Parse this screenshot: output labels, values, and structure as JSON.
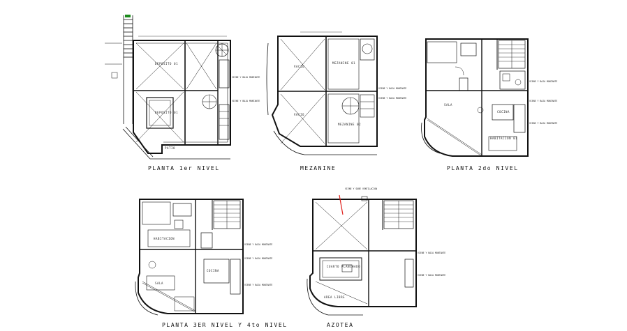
{
  "drawing": {
    "colors": {
      "ink": "#111111",
      "paper": "#ffffff",
      "accent": "#e0201c"
    },
    "plans": [
      {
        "id": "planta-1er-nivel",
        "title": "PLANTA 1er NIVEL",
        "rooms": [
          "DEPOSITO 01",
          "DEPOSITO 01",
          "PATIO"
        ],
        "notes": [
          "VIENE Y BAJA MONTANTE",
          "VIENE Y BAJA MONTANTE"
        ]
      },
      {
        "id": "mezanine",
        "title": "MEZANINE",
        "rooms": [
          "VACIO",
          "VACIO",
          "MEZANINE 01",
          "MEZANINE 02"
        ],
        "notes": [
          "VIENE Y BAJA MONTANTE",
          "VIENE Y BAJA MONTANTE"
        ]
      },
      {
        "id": "planta-2do-nivel",
        "title": "PLANTA 2do NIVEL",
        "rooms": [
          "COCINA",
          "SALA",
          "HABITACION 01"
        ],
        "notes": [
          "VIENE Y BAJA MONTANTE",
          "VIENE Y BAJA MONTANTE",
          "VIENE Y BAJA MONTANTE"
        ]
      },
      {
        "id": "planta-3er-y-4to-nivel",
        "title": "PLANTA 3ER NIVEL Y 4to NIVEL",
        "rooms": [
          "HABITACION",
          "COCINA",
          "SALA"
        ],
        "notes": [
          "VIENE Y BAJA MONTANTE",
          "VIENE Y BAJA MONTANTE",
          "VIENE Y BAJA MONTANTE"
        ]
      },
      {
        "id": "azotea",
        "title": "AZOTEA",
        "rooms": [
          "CUARTO PLANCHADO",
          "AREA LIBRE"
        ],
        "notes": [
          "VIENE Y SUBE VENTILACION",
          "VIENE Y BAJA MONTANTE",
          "VIENE Y BAJA MONTANTE"
        ]
      }
    ]
  }
}
